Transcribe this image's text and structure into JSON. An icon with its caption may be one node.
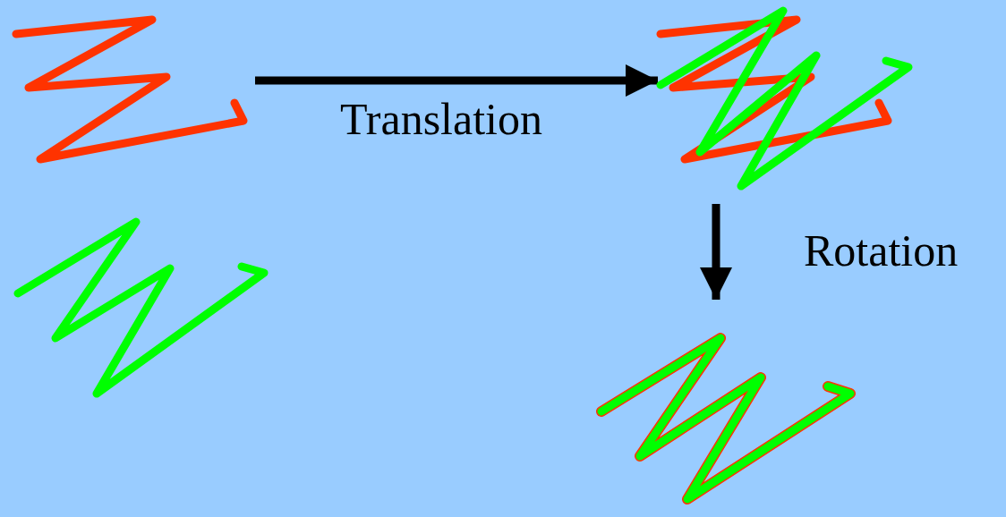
{
  "diagram": {
    "nodes": [
      {
        "text": [],
        "shape": "curve"
      },
      {
        "text": [],
        "shape": "curve"
      },
      {
        "text": [],
        "shape": "curve"
      },
      {
        "text": [],
        "shape": "curve"
      }
    ],
    "edges": [
      {
        "from": 0,
        "to": 1,
        "arrow": "to",
        "label": "Translation"
      },
      {
        "from": 1,
        "to": 3,
        "arrow": "to",
        "label": "Rotation"
      }
    ]
  }
}
